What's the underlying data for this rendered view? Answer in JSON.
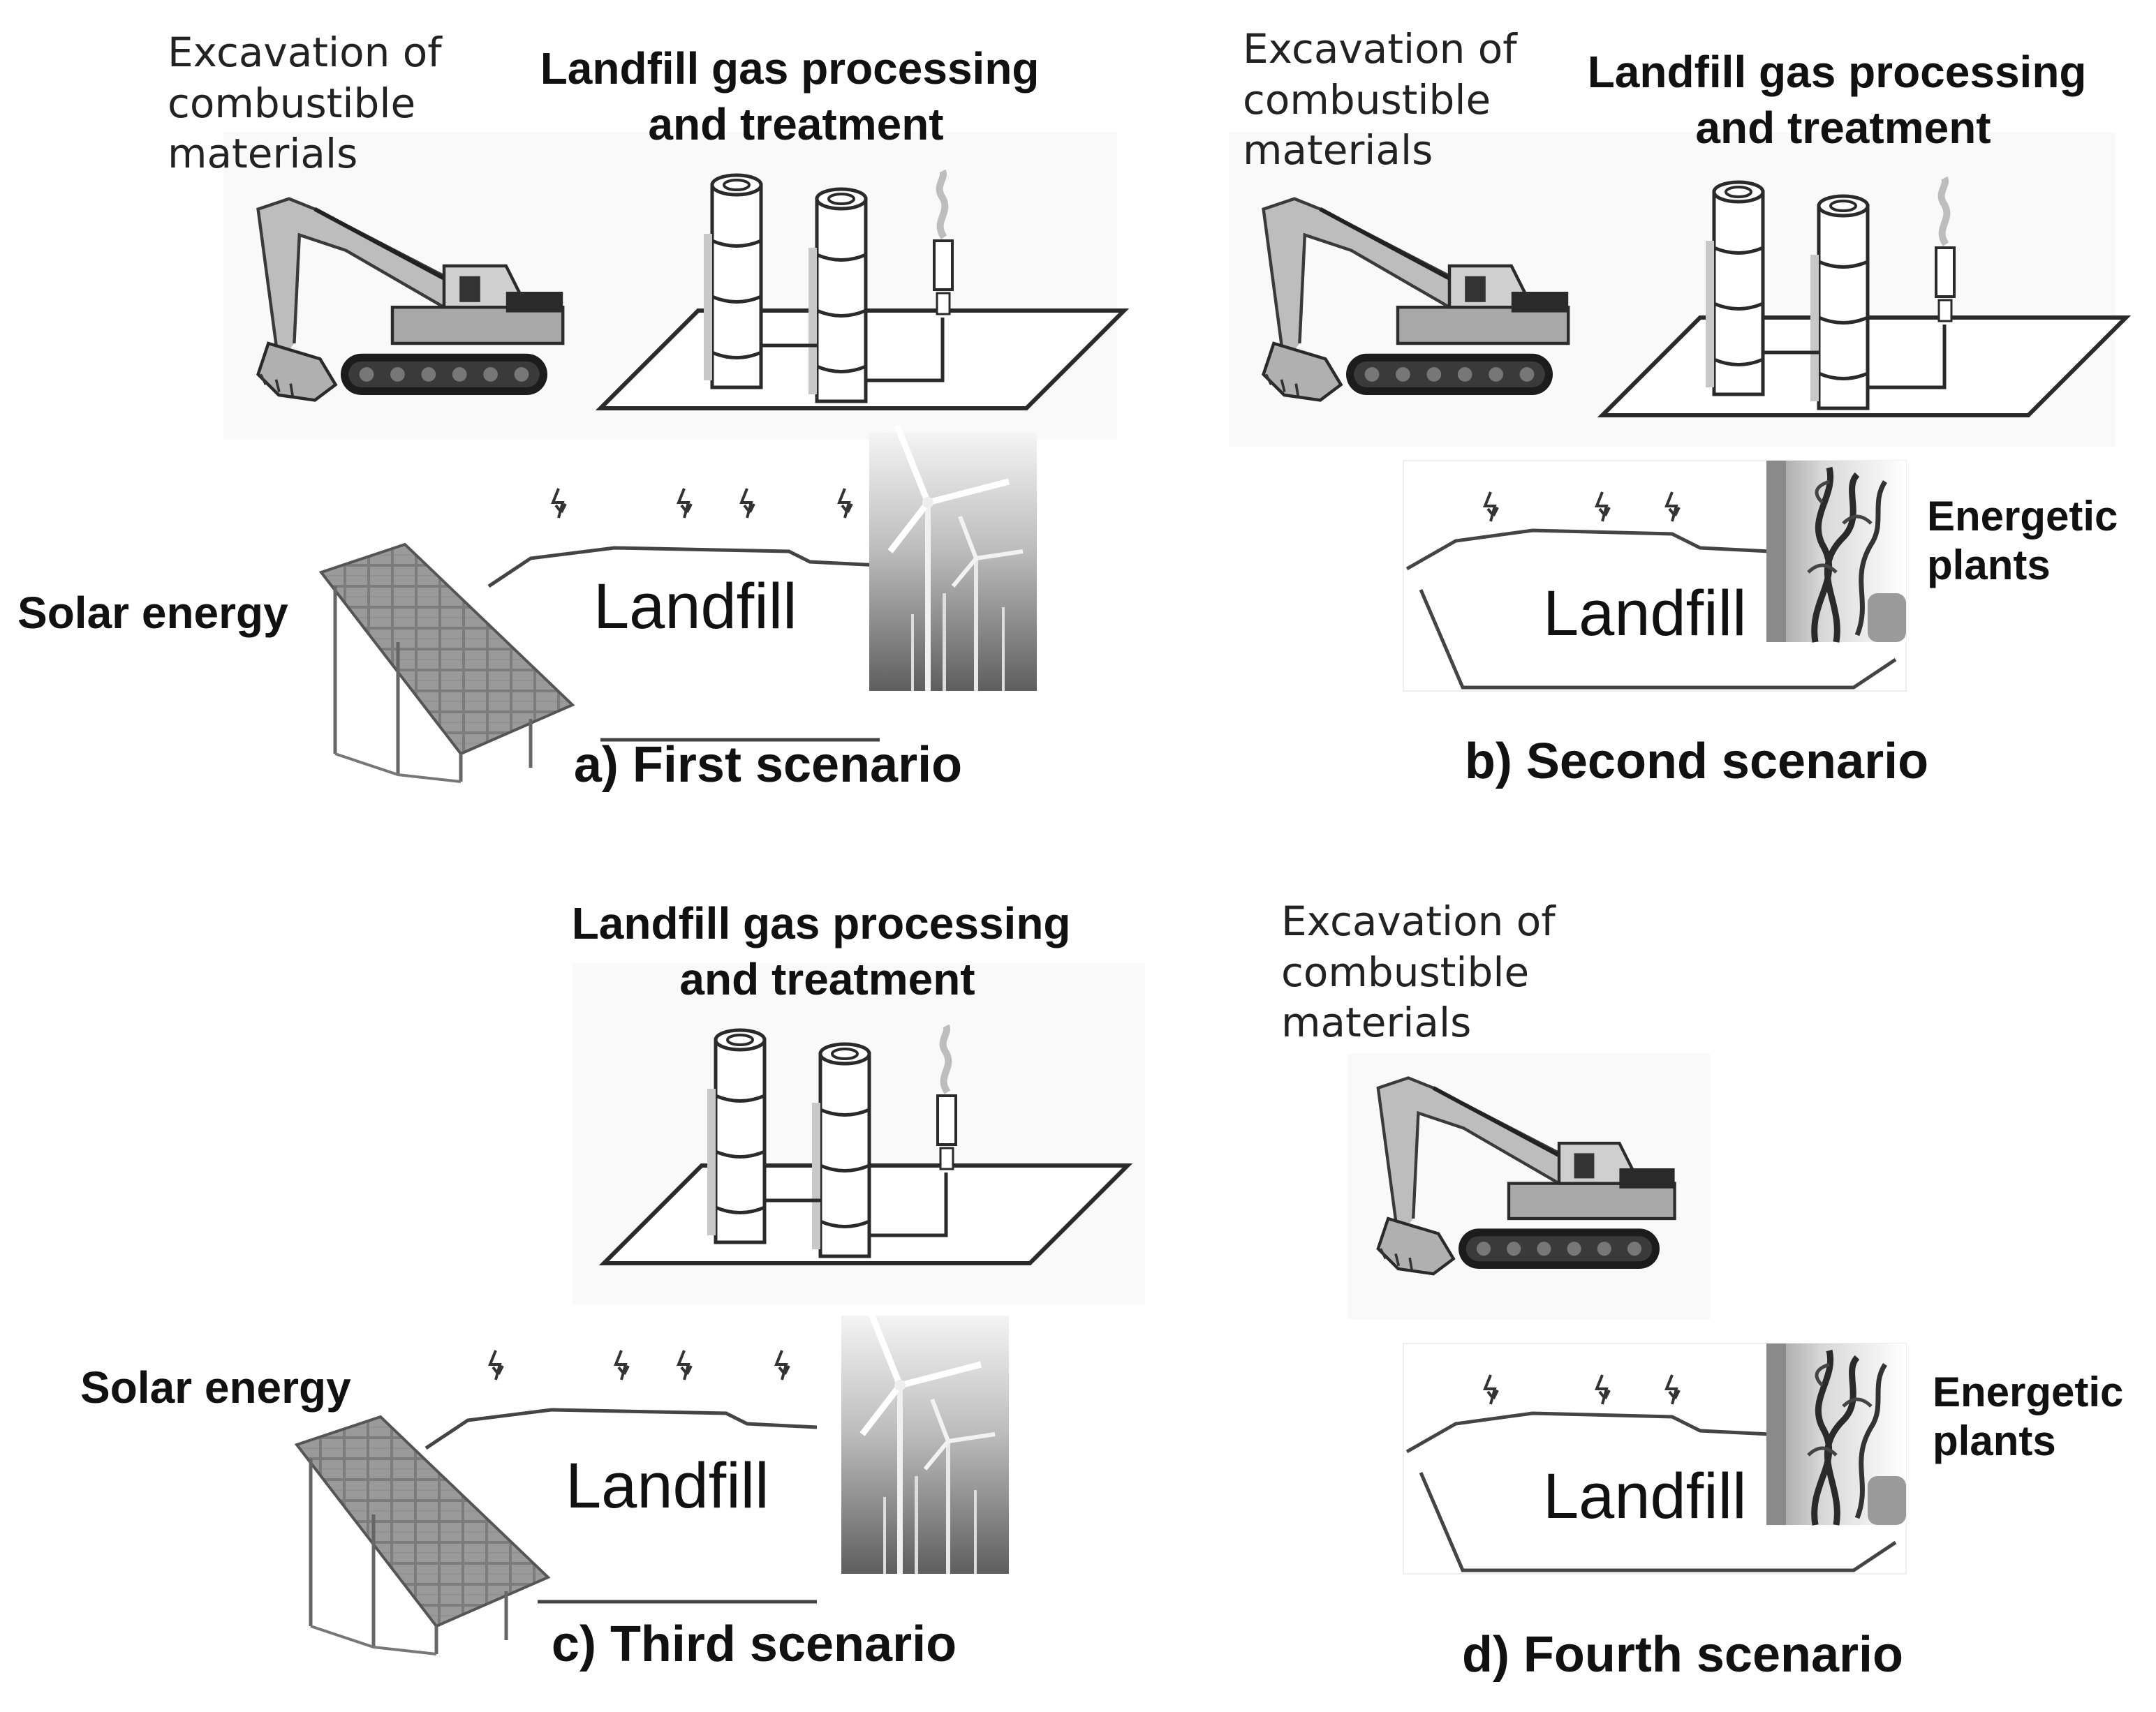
{
  "labels": {
    "excavation": [
      "Excavation of",
      "combustible",
      "materials"
    ],
    "gas": [
      "Landfill gas processing",
      "and treatment"
    ],
    "landfill": "Landfill",
    "solar": "Solar energy",
    "plants": [
      "Energetic",
      "plants"
    ]
  },
  "captions": {
    "a": "a) First scenario",
    "b": "b) Second scenario",
    "c": "c) Third scenario",
    "d": "d) Fourth scenario"
  }
}
